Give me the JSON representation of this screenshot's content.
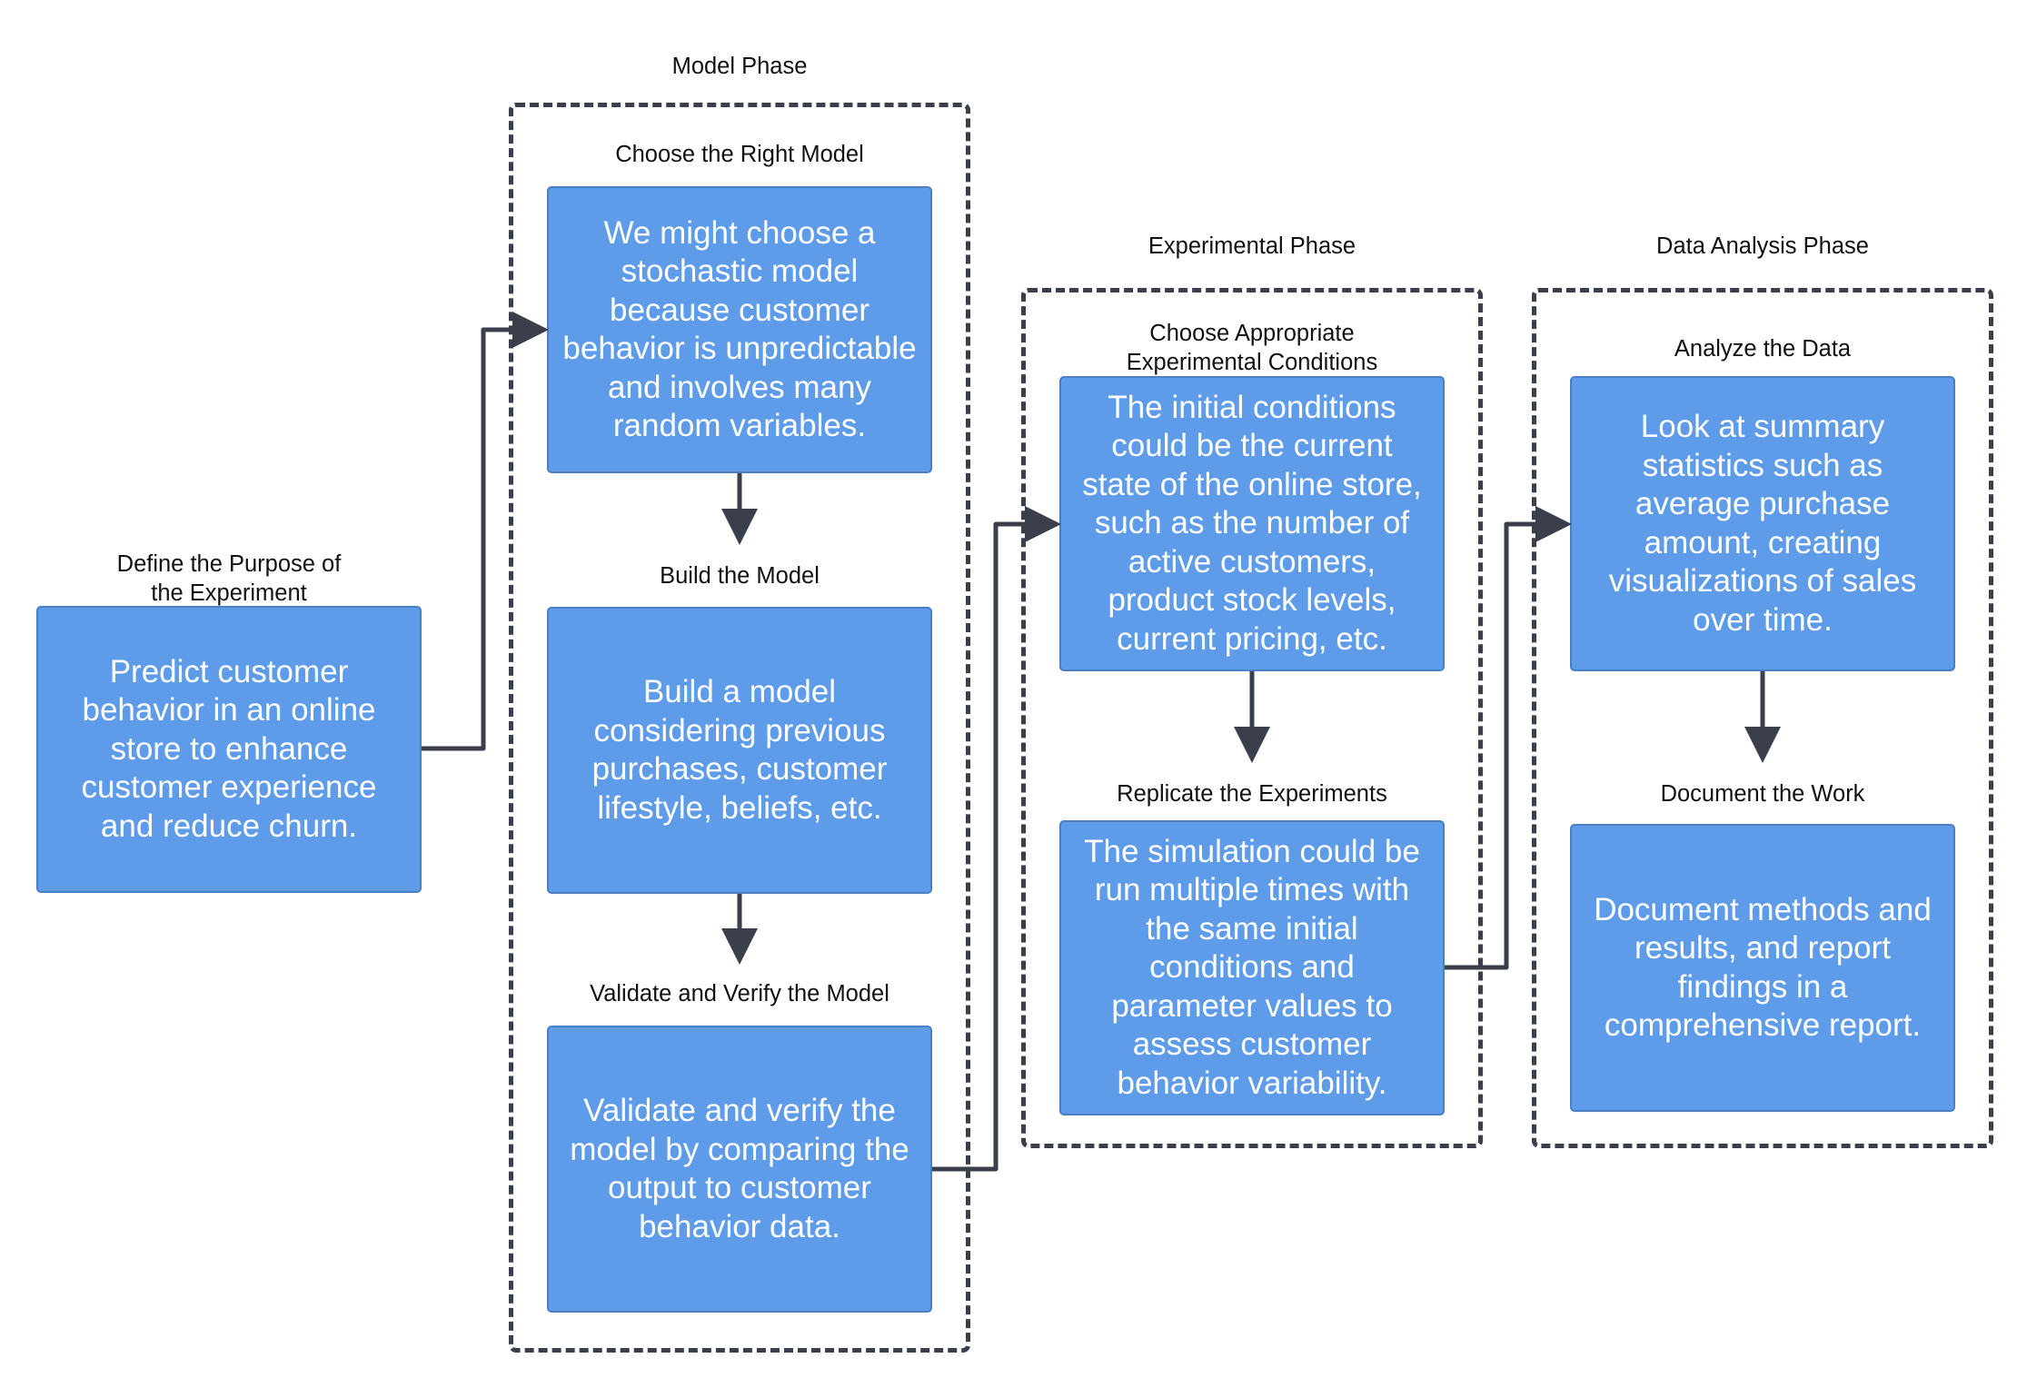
{
  "phases": {
    "model": "Model Phase",
    "experimental": "Experimental Phase",
    "analysis": "Data Analysis Phase"
  },
  "steps": {
    "define": {
      "title": "Define the Purpose of\nthe Experiment",
      "text": "Predict customer\nbehavior in an online\nstore to enhance\ncustomer experience\nand reduce churn."
    },
    "choose_model": {
      "title": "Choose the Right Model",
      "text": "We might choose a\nstochastic model\nbecause customer\nbehavior is unpredictable\nand involves many\nrandom variables."
    },
    "build": {
      "title": "Build the Model",
      "text": "Build a model\nconsidering previous\npurchases, customer\nlifestyle, beliefs, etc."
    },
    "validate": {
      "title": "Validate and Verify the Model",
      "text": "Validate and verify the\nmodel by comparing the\noutput to customer\nbehavior data."
    },
    "conditions": {
      "title": "Choose Appropriate\nExperimental Conditions",
      "text": "The initial conditions\ncould be the current\nstate of the online store,\nsuch as the number of\nactive customers,\nproduct stock levels,\ncurrent pricing, etc."
    },
    "replicate": {
      "title": "Replicate the Experiments",
      "text": "The simulation could be\nrun multiple times with\nthe same initial\nconditions and\nparameter values to\nassess customer\nbehavior variability."
    },
    "analyze": {
      "title": "Analyze the Data",
      "text": "Look at summary\nstatistics such as\naverage purchase\namount, creating\nvisualizations of sales\nover time."
    },
    "document": {
      "title": "Document the Work",
      "text": "Document methods and\nresults, and report\nfindings in a\ncomprehensive report."
    }
  },
  "colors": {
    "node_fill": "#5e9cea",
    "node_text": "#ffffff",
    "connector": "#3a3f4b"
  }
}
